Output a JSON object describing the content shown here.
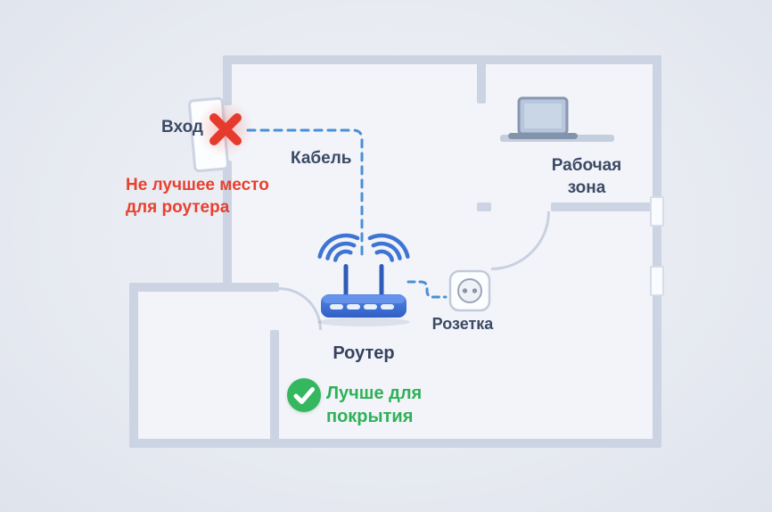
{
  "labels": {
    "entrance": "Вход",
    "bad_place_line1": "Не лучшее место",
    "bad_place_line2": "для роутера",
    "cable": "Кабель",
    "router": "Роутер",
    "socket": "Розетка",
    "work_zone_line1": "Рабочая",
    "work_zone_line2": "зона",
    "good_place_line1": "Лучше для",
    "good_place_line2": "покрытия"
  },
  "colors": {
    "background": "#e9ebf2",
    "wall": "#ccd4e3",
    "interior": "#f2f4f9",
    "label_text": "#3c4a66",
    "bad_red": "#e63b2c",
    "good_green": "#2fb158",
    "cable_blue": "#4a8fd6",
    "router_blue": "#3a6fd8"
  },
  "icons": {
    "bad_mark": "cross-icon",
    "good_mark": "check-icon",
    "router": "router-icon",
    "socket": "socket-icon",
    "laptop": "laptop-icon",
    "entrance_door": "door-icon"
  }
}
